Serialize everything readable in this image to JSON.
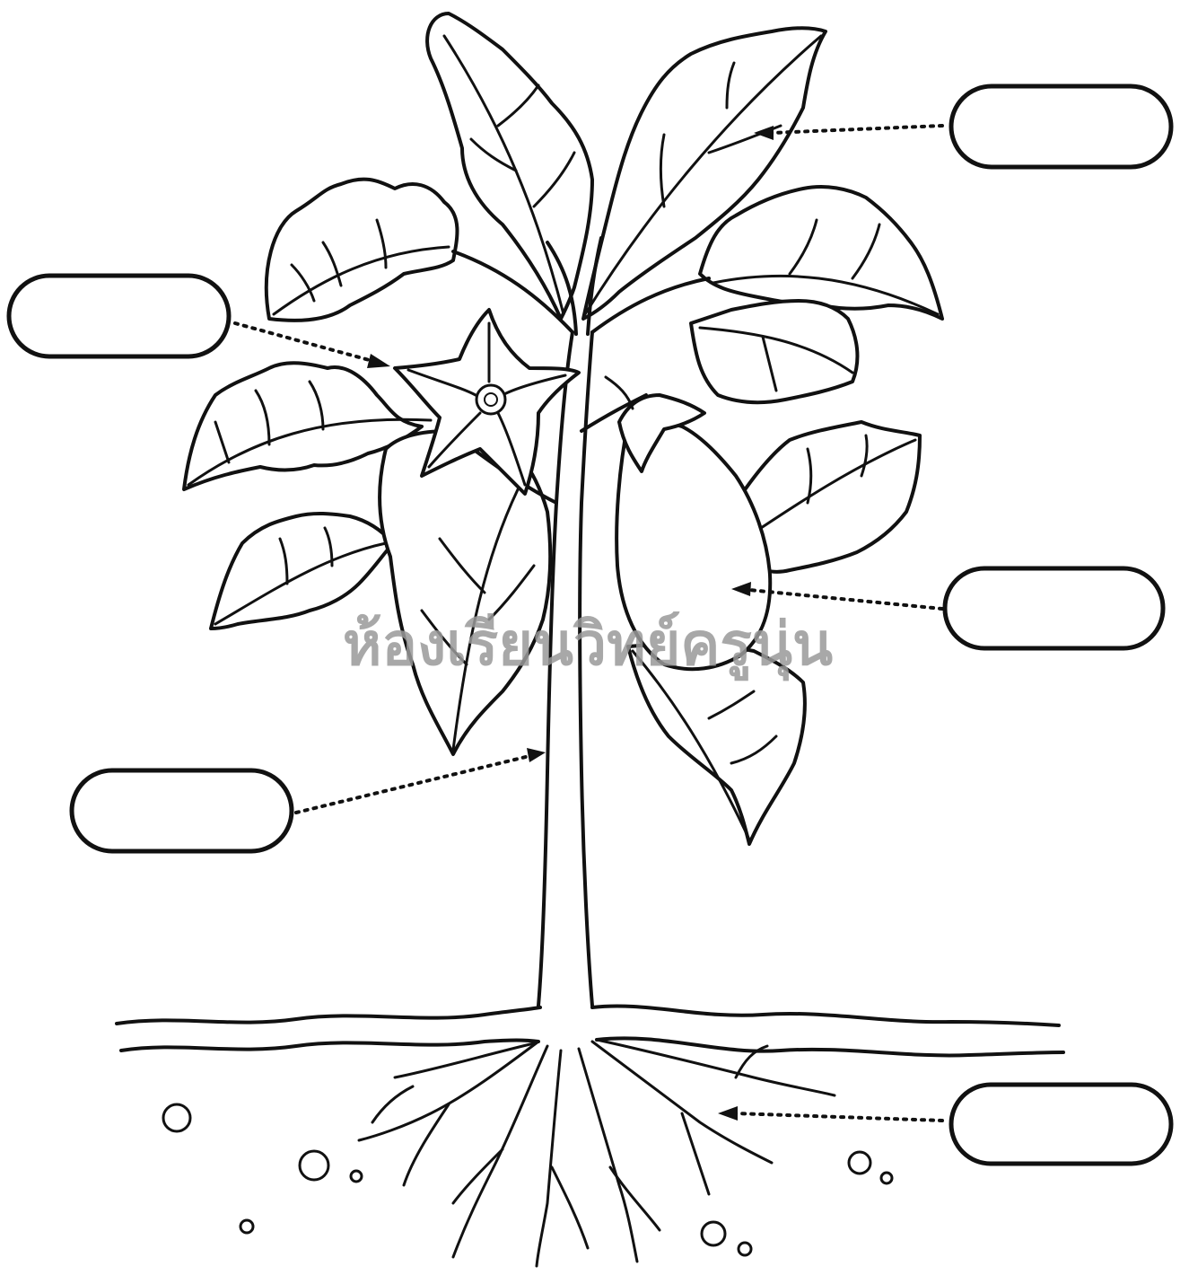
{
  "worksheet": {
    "watermark": "ห้องเรียนวิทย์ครูนุ่น",
    "labels": [
      {
        "id": "label-leaf",
        "value": ""
      },
      {
        "id": "label-flower",
        "value": ""
      },
      {
        "id": "label-fruit",
        "value": ""
      },
      {
        "id": "label-stem",
        "value": ""
      },
      {
        "id": "label-root",
        "value": ""
      }
    ]
  }
}
